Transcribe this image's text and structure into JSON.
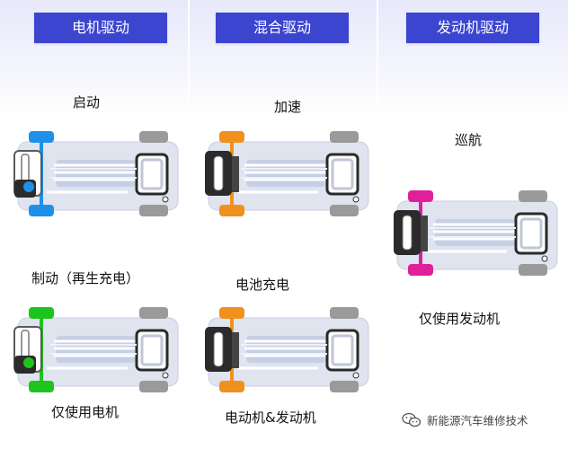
{
  "columns": [
    {
      "header": "电机驱动"
    },
    {
      "header": "混合驱动"
    },
    {
      "header": "发动机驱动"
    }
  ],
  "states": {
    "motor_start": {
      "label": "启动",
      "color": "#1e90e8"
    },
    "motor_brake": {
      "label": "制动（再生充电）",
      "sub_label": "仅使用电机",
      "color": "#1ec41e"
    },
    "hybrid_accel": {
      "label": "加速",
      "color": "#f0901e"
    },
    "hybrid_charge": {
      "label": "电池充电",
      "sub_label": "电动机&发动机",
      "color": "#f0901e"
    },
    "engine_cruise": {
      "label": "巡航",
      "sub_label": "仅使用发动机",
      "color": "#e0209a"
    }
  },
  "watermark": {
    "text": "新能源汽车维修技术"
  }
}
